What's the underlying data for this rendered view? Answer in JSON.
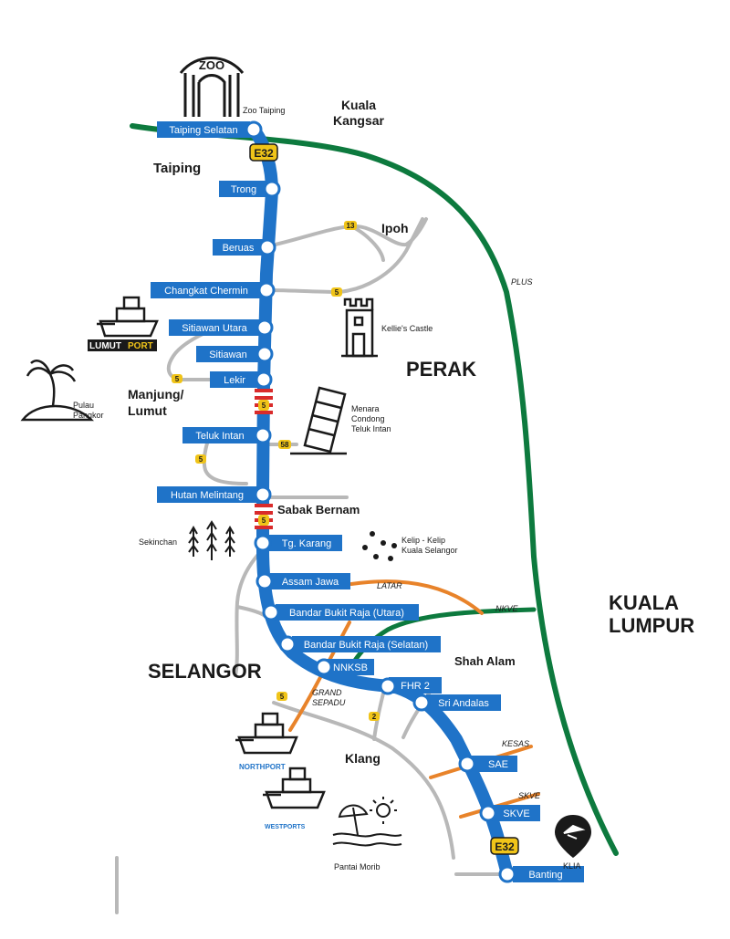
{
  "colors": {
    "expressway_blue": "#1f73c8",
    "plus_green": "#0d7a3e",
    "connector_grey": "#b8b8b8",
    "link_orange": "#e8832a",
    "route_shield_yellow": "#f0c419",
    "border_red": "#d92b2b",
    "text_dark": "#1a1a1a"
  },
  "route": {
    "shield": "E32"
  },
  "interchanges": [
    {
      "label": "Taiping Selatan"
    },
    {
      "label": "Trong"
    },
    {
      "label": "Beruas"
    },
    {
      "label": "Changkat Chermin"
    },
    {
      "label": "Sitiawan Utara"
    },
    {
      "label": "Sitiawan"
    },
    {
      "label": "Lekir"
    },
    {
      "label": "Teluk Intan"
    },
    {
      "label": "Hutan Melintang"
    },
    {
      "label": "Tg. Karang"
    },
    {
      "label": "Assam Jawa"
    },
    {
      "label": "Bandar Bukit Raja (Utara)"
    },
    {
      "label": "Bandar Bukit Raja (Selatan)"
    },
    {
      "label": "NNKSB"
    },
    {
      "label": "FHR 2"
    },
    {
      "label": "Sri Andalas"
    },
    {
      "label": "SAE"
    },
    {
      "label": "SKVE"
    },
    {
      "label": "Banting"
    }
  ],
  "places": {
    "kuala_kangsar": [
      "Kuala",
      "Kangsar"
    ],
    "taiping": "Taiping",
    "ipoh": "Ipoh",
    "manjung": [
      "Manjung/",
      "Lumut"
    ],
    "sabak_bernam": "Sabak Bernam",
    "shah_alam": "Shah Alam",
    "klang": "Klang",
    "perak": "PERAK",
    "selangor": "SELANGOR",
    "kuala_lumpur": [
      "KUALA",
      "LUMPUR"
    ]
  },
  "landmarks": {
    "zoo_sign": "ZOO",
    "zoo_taiping": "Zoo Taiping",
    "kellies_castle": "Kellie's Castle",
    "pulau_pangkor": [
      "Pulau",
      "Pangkor"
    ],
    "menara": [
      "Menara",
      "Condong",
      "Teluk Intan"
    ],
    "sekinchan": "Sekinchan",
    "kelip": [
      "Kelip - Kelip",
      "Kuala Selangor"
    ],
    "pantai_morib": "Pantai Morib",
    "klia": "KLIA",
    "lumut_port": [
      "LUMUT",
      "PORT"
    ],
    "northport": "NORTHPORT",
    "westports": "WESTPORTS"
  },
  "highways": {
    "plus": "PLUS",
    "latar": "LATAR",
    "nkve": "NKVE",
    "grand_sepadu": [
      "GRAND",
      "SEPADU"
    ],
    "kesas": "KESAS",
    "skve": "SKVE"
  },
  "route_numbers": {
    "r13": "13",
    "r5a": "5",
    "r5b": "5",
    "r5c": "5",
    "r5d": "5",
    "r5e": "5",
    "r58": "58",
    "r5f": "5",
    "r2": "2"
  }
}
